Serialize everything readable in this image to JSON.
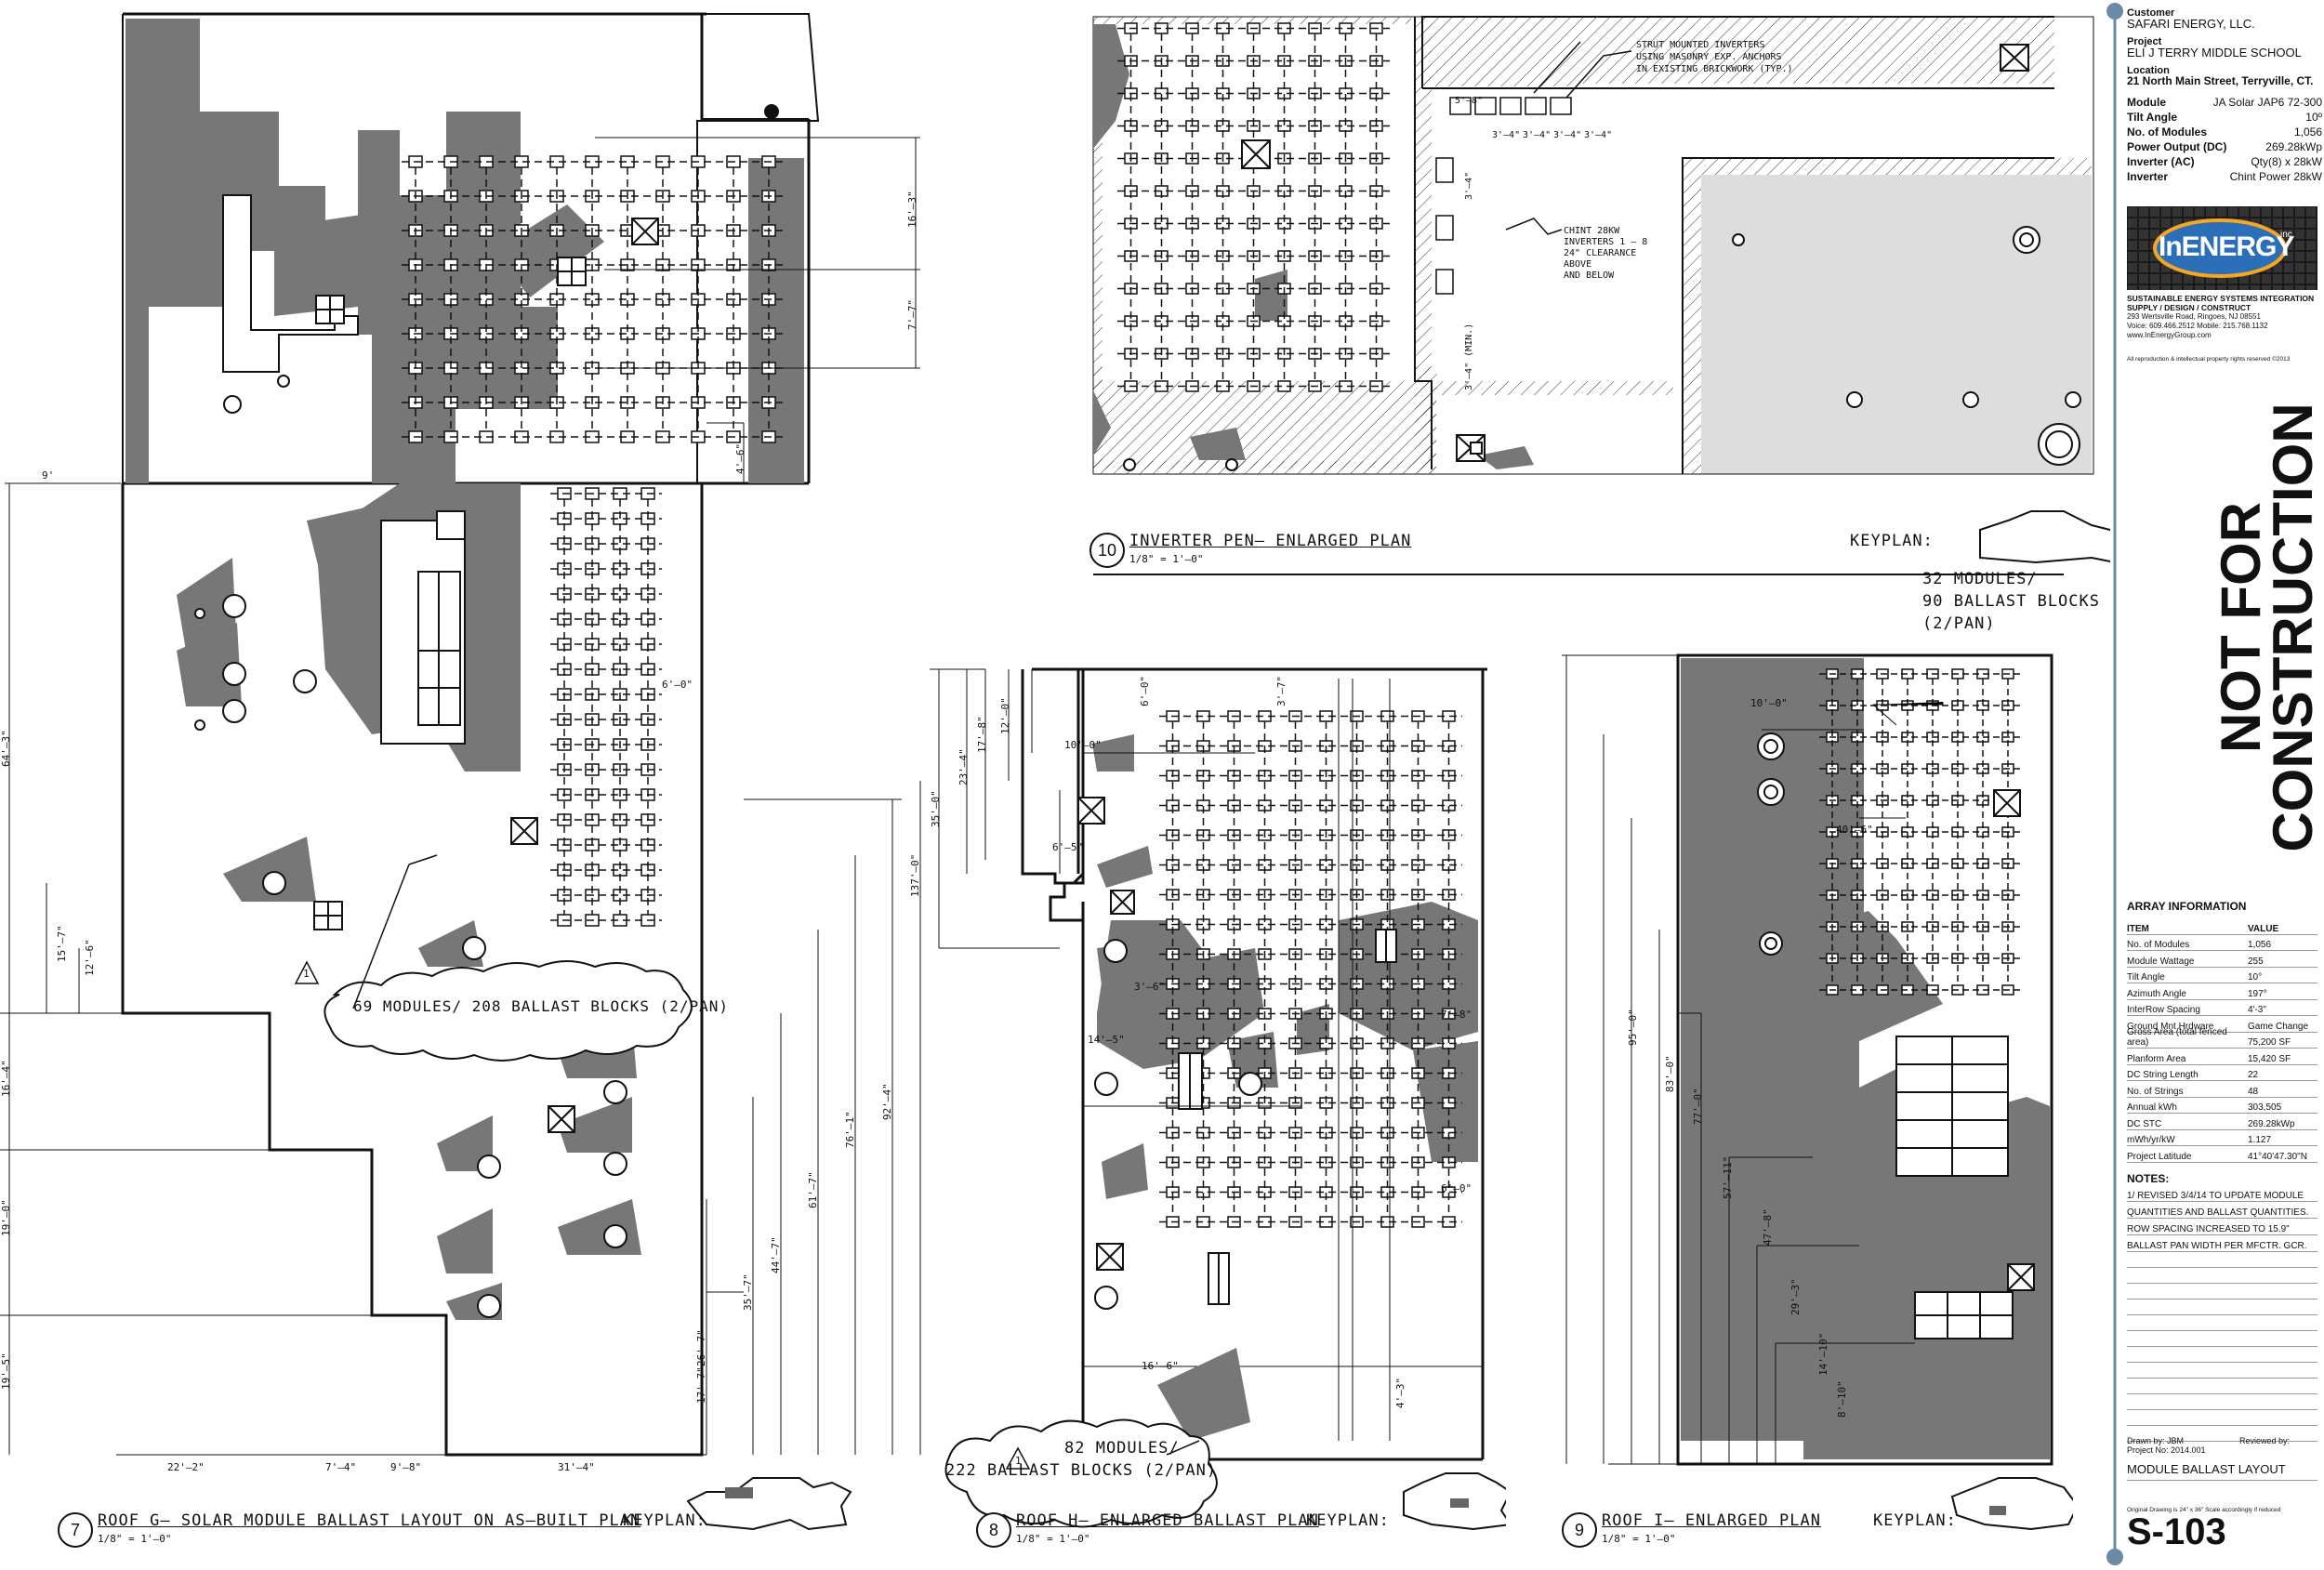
{
  "drawings": {
    "roof_g": {
      "number": "7",
      "title": "ROOF G– SOLAR MODULE BALLAST LAYOUT ON AS–BUILT PLAN",
      "scale": "1/8\" = 1'–0\"",
      "keyplan_label": "KEYPLAN:",
      "callout": "69 MODULES/ 208 BALLAST BLOCKS (2/PAN)",
      "revision_mark": "1",
      "dims": [
        "16'–3\"",
        "7'–7\"",
        "4'–6\"",
        "9'",
        "6'–0\"",
        "64'–3\"",
        "137'–0\"",
        "15'–7\"",
        "12'–6\"",
        "16'–4\"",
        "19'–0\"",
        "19'–5\"",
        "92'–4\"",
        "76'–1\"",
        "61'–7\"",
        "44'–7\"",
        "35'–7\"",
        "26'–7\"",
        "17'–7\"",
        "22'–2\"",
        "7'–4\"",
        "9'–8\"",
        "31'–4\""
      ]
    },
    "roof_h": {
      "number": "8",
      "title": "ROOF H– ENLARGED BALLAST PLAN",
      "scale": "1/8\" = 1'–0\"",
      "keyplan_label": "KEYPLAN:",
      "callout": [
        "82 MODULES/",
        "222 BALLAST BLOCKS (2/PAN)"
      ],
      "revision_mark": "1",
      "dims": [
        "35'–0\"",
        "23'–4\"",
        "17'–8\"",
        "12'–0\"",
        "10'–0\"",
        "6'–0\"",
        "3'–7\"",
        "6'–5\"",
        "3'–6\"",
        "14'–5\"",
        "7'–8\"",
        "6'–0\"",
        "16'–6\"",
        "4'–3\""
      ]
    },
    "roof_i": {
      "number": "9",
      "title": "ROOF I– ENLARGED PLAN",
      "scale": "1/8\" = 1'–0\"",
      "keyplan_label": "KEYPLAN:",
      "callout": [
        "32 MODULES/",
        "90 BALLAST BLOCKS",
        "(2/PAN)"
      ],
      "dims": [
        "95'–0\"",
        "83'–0\"",
        "77'–0\"",
        "57'–11\"",
        "47'–8\"",
        "29'–3\"",
        "14'–10\"",
        "8'–10\"",
        "10'–0\"",
        "40'–6\""
      ]
    },
    "inverter_pen": {
      "number": "10",
      "title": "INVERTER PEN– ENLARGED PLAN",
      "scale": "1/8\" = 1'–0\"",
      "keyplan_label": "KEYPLAN:",
      "note1": [
        "STRUT MOUNTED INVERTERS",
        "USING MASONRY EXP. ANCHORS",
        "IN EXISTING BRICKWORK (TYP.)"
      ],
      "note2": [
        "CHINT 28KW",
        "INVERTERS 1 – 8",
        "24\" CLEARANCE",
        "ABOVE",
        "AND BELOW"
      ],
      "dims": [
        "5'–8\"",
        "3'–4\"",
        "3'–4\"",
        "3'–4\"",
        "3'–4\"",
        "3'–4\"",
        "3'–4\" (MIN.)"
      ]
    }
  },
  "title_block": {
    "customer_label": "Customer",
    "customer": "SAFARI ENERGY, LLC.",
    "project_label": "Project",
    "project": "ELI J TERRY MIDDLE SCHOOL",
    "location_label": "Location",
    "location": "21 North Main Street, Terryville, CT.",
    "specs": [
      {
        "k": "Module",
        "v": "JA Solar JAP6 72-300"
      },
      {
        "k": "Tilt Angle",
        "v": "10º"
      },
      {
        "k": "No. of Modules",
        "v": "1,056"
      },
      {
        "k": "Power Output (DC)",
        "v": "269.28kWp"
      },
      {
        "k": "Inverter (AC)",
        "v": "Qty(8) x 28kW"
      },
      {
        "k": "Inverter",
        "v": "Chint Power 28kW"
      }
    ],
    "logo_text": "InENERGY",
    "logo_sub": "inc.",
    "company_tagline": "SUSTAINABLE ENERGY SYSTEMS INTEGRATION",
    "company_tagline2": "SUPPLY / DESIGN / CONSTRUCT",
    "address": "293 Wertsville Road, Ringoes, NJ 08551",
    "phone": "Voice: 609.466.2512  Mobile: 215.768.1132",
    "web": "www.InEnergyGroup.com",
    "rights": "All reproduction & intellectual property rights reserved ©2013",
    "watermark_line1": "NOT FOR",
    "watermark_line2": "CONSTRUCTION",
    "array_info_title": "ARRAY INFORMATION",
    "array_head": {
      "k": "ITEM",
      "v": "VALUE"
    },
    "array_rows": [
      {
        "k": "No. of Modules",
        "v": "1,056"
      },
      {
        "k": "Module Wattage",
        "v": "255"
      },
      {
        "k": "Tilt Angle",
        "v": "10°"
      },
      {
        "k": "Azimuth Angle",
        "v": "197°"
      },
      {
        "k": "InterRow Spacing",
        "v": "4'-3\""
      },
      {
        "k": "Ground Mnt Hrdware",
        "v": "Game Change"
      },
      {
        "k": "Gross Area (total fenced area)",
        "v": "75,200 SF"
      },
      {
        "k": "Planform Area",
        "v": "15,420 SF"
      },
      {
        "k": "DC String Length",
        "v": "22"
      },
      {
        "k": "No. of Strings",
        "v": "48"
      },
      {
        "k": "Annual kWh",
        "v": "303,505"
      },
      {
        "k": "DC STC",
        "v": "269.28kWp"
      },
      {
        "k": "mWh/yr/kW",
        "v": "1.127"
      },
      {
        "k": "Project Latitude",
        "v": "41°40'47.30\"N"
      }
    ],
    "notes_title": "NOTES:",
    "notes": [
      "1/ REVISED 3/4/14 TO UPDATE MODULE",
      "QUANTITIES AND BALLAST QUANTITIES.",
      "ROW SPACING INCREASED TO 15.9\"",
      "BALLAST PAN WIDTH PER MFCTR. GCR."
    ],
    "drawn_by": "Drawn by: JBM",
    "reviewed_by": "Reviewed by:",
    "project_no": "Project No: 2014.001",
    "sheet_title": "MODULE BALLAST LAYOUT",
    "original_note": "Original Drawing is 24\" x 36\" Scale accordingly if reduced",
    "sheet_number": "S-103"
  }
}
